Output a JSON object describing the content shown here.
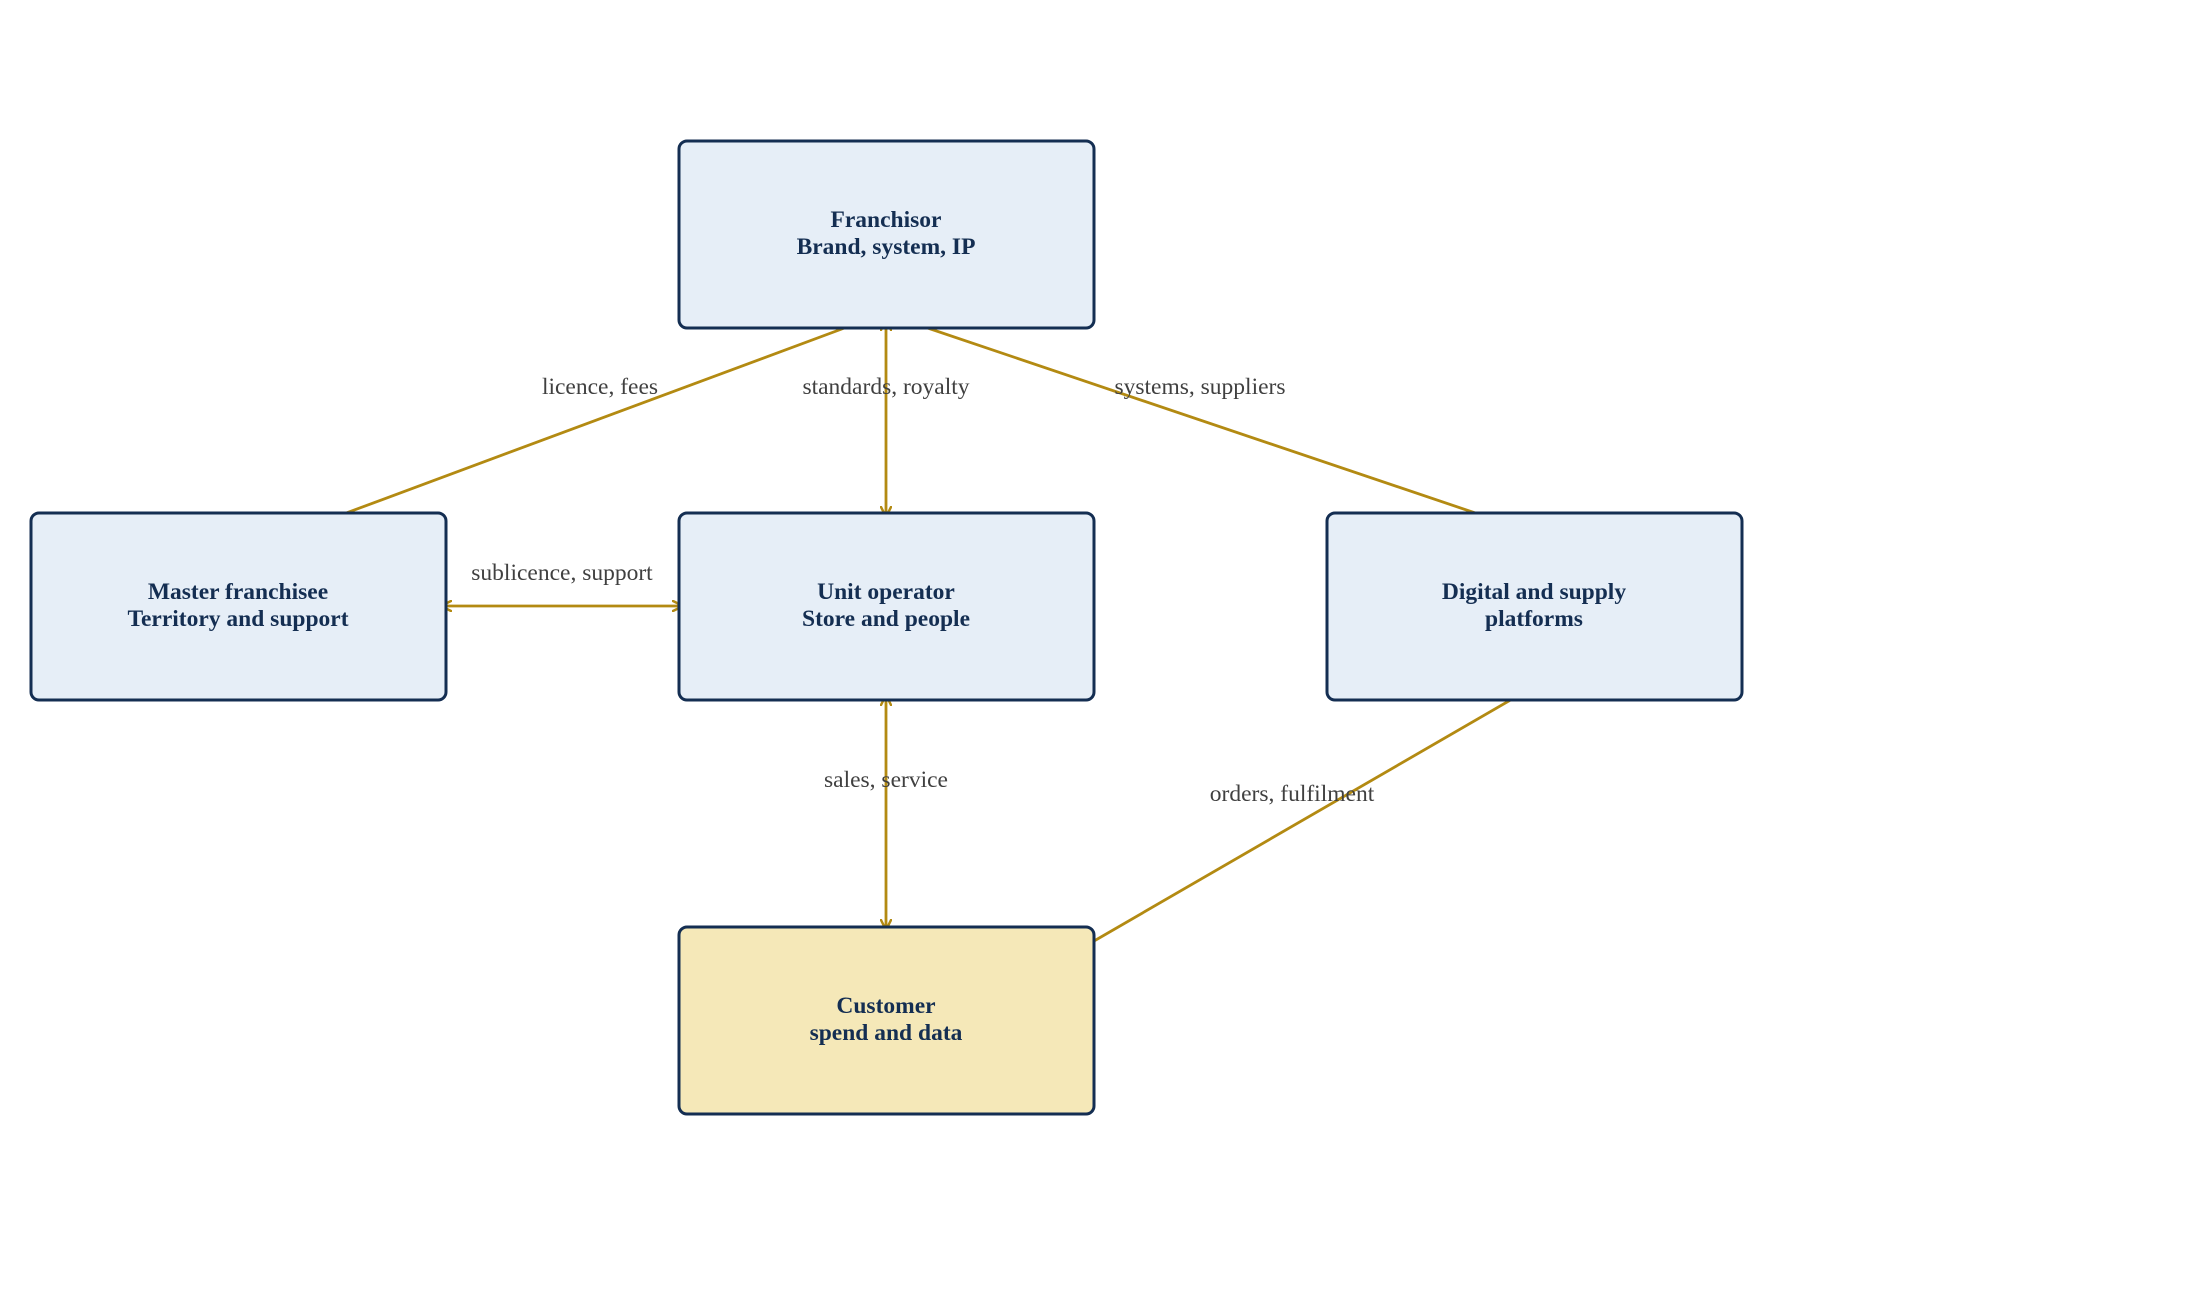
{
  "colors": {
    "node_fill": "#e6eef7",
    "node_fill_highlight": "#f5e8b8",
    "node_stroke": "#142e52",
    "node_text": "#142e52",
    "edge": "#b38a12",
    "edge_label": "#404040"
  },
  "nodes": {
    "franchisor": {
      "line1": "Franchisor",
      "line2": "Brand, system, IP"
    },
    "master": {
      "line1": "Master franchisee",
      "line2": "Territory and support"
    },
    "unit": {
      "line1": "Unit operator",
      "line2": "Store and people"
    },
    "digital": {
      "line1": "Digital and supply",
      "line2": "platforms"
    },
    "customer": {
      "line1": "Customer",
      "line2": "spend and data"
    }
  },
  "edges": {
    "franchisor_master": {
      "label": "licence, fees"
    },
    "franchisor_unit": {
      "label": "standards, royalty"
    },
    "franchisor_digital": {
      "label": "systems, suppliers"
    },
    "master_unit": {
      "label": "sublicence, support"
    },
    "unit_customer": {
      "label": "sales, service"
    },
    "digital_customer": {
      "label": "orders, fulfilment"
    }
  }
}
